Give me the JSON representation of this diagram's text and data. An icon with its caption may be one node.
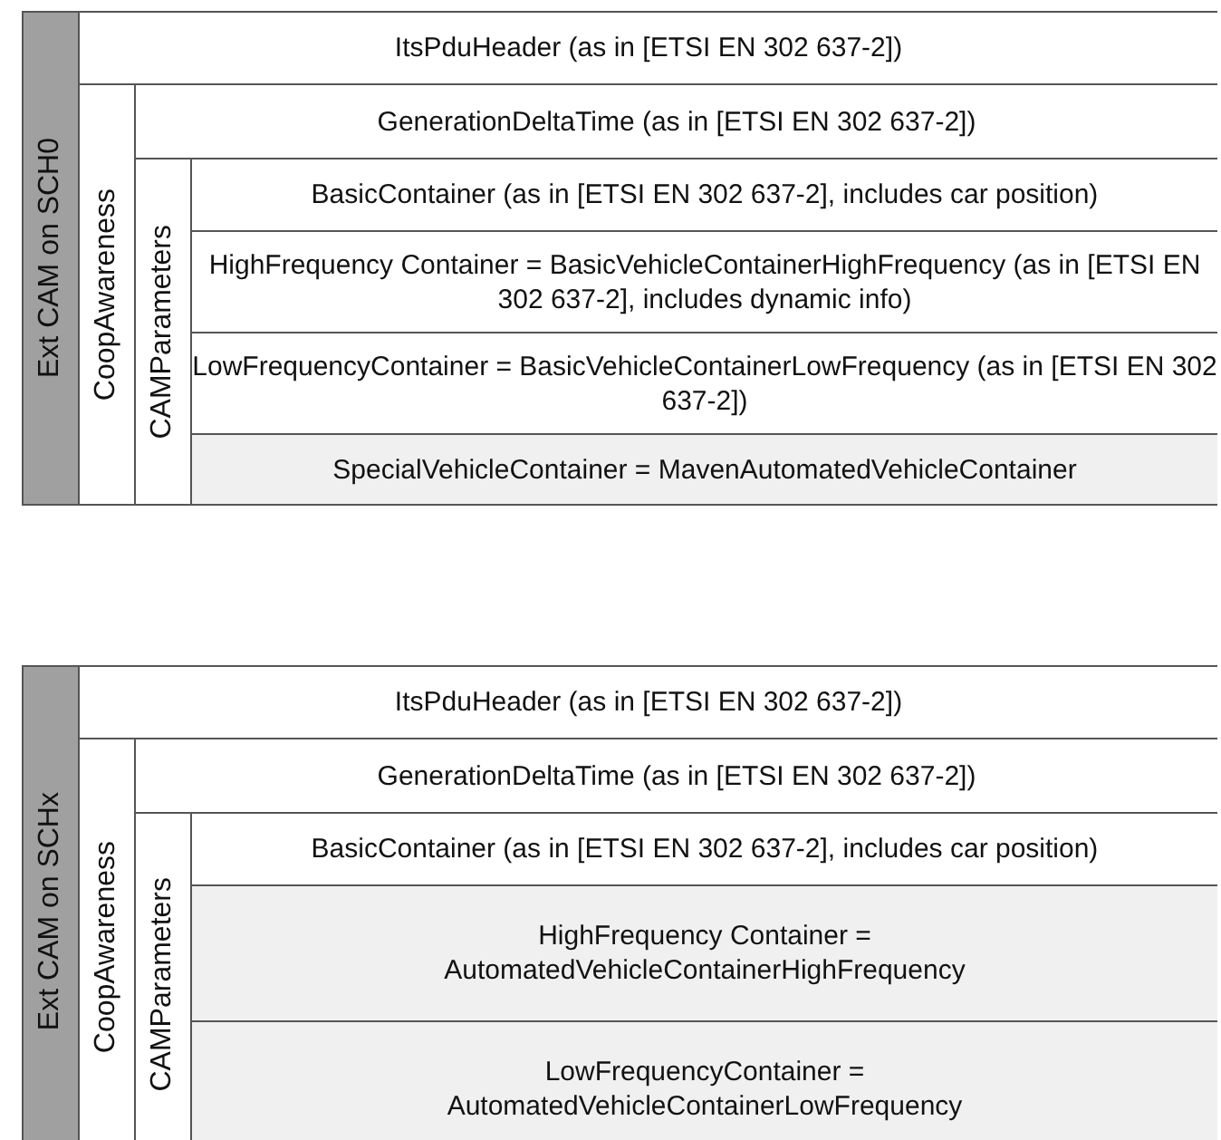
{
  "diagram": {
    "nodes": [
      {
        "text": [
          "Ext CAM on SCH0"
        ]
      },
      {
        "text": [
          "ItsPduHeader (as in [ETSI EN 302 637-2])"
        ],
        "in": 0
      },
      {
        "text": [
          "CoopAwareness"
        ],
        "in": 0
      },
      {
        "text": [
          "GenerationDeltaTime (as in [ETSI EN 302 637-2])"
        ],
        "in": 2
      },
      {
        "text": [
          "CAMParameters"
        ],
        "in": 2
      },
      {
        "text": [
          "BasicContainer (as in [ETSI EN 302 637-2], includes car position)"
        ],
        "in": 4
      },
      {
        "text": [
          "HighFrequency Container = BasicVehicleContainerHighFrequency (as in [ETSI EN 302 637-2], includes dynamic info)"
        ],
        "in": 4
      },
      {
        "text": [
          "LowFrequencyContainer = BasicVehicleContainerLowFrequency (as in [ETSI EN 302 637-2])"
        ],
        "in": 4
      },
      {
        "text": [
          "SpecialVehicleContainer = MavenAutomatedVehicleContainer"
        ],
        "in": 4
      },
      {
        "text": [
          "Ext CAM on SCHx"
        ]
      },
      {
        "text": [
          "ItsPduHeader (as in [ETSI EN 302 637-2])"
        ],
        "in": 9
      },
      {
        "text": [
          "CoopAwareness"
        ],
        "in": 9
      },
      {
        "text": [
          "GenerationDeltaTime (as in [ETSI EN 302 637-2])"
        ],
        "in": 11
      },
      {
        "text": [
          "CAMParameters"
        ],
        "in": 11
      },
      {
        "text": [
          "BasicContainer (as in [ETSI EN 302 637-2], includes car position)"
        ],
        "in": 13
      },
      {
        "text": [
          "HighFrequency Container = AutomatedVehicleContainerHighFrequency"
        ],
        "in": 13
      },
      {
        "text": [
          "LowFrequencyContainer = AutomatedVehicleContainerLowFrequency"
        ],
        "in": 13
      }
    ]
  }
}
